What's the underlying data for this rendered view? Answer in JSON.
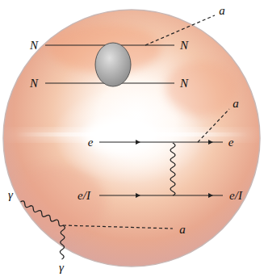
{
  "diagram": {
    "labels": [
      "a",
      "N",
      "N",
      "N",
      "N",
      "a",
      "e",
      "e",
      "e/I",
      "e/I",
      "γ",
      "a",
      "γ"
    ]
  }
}
